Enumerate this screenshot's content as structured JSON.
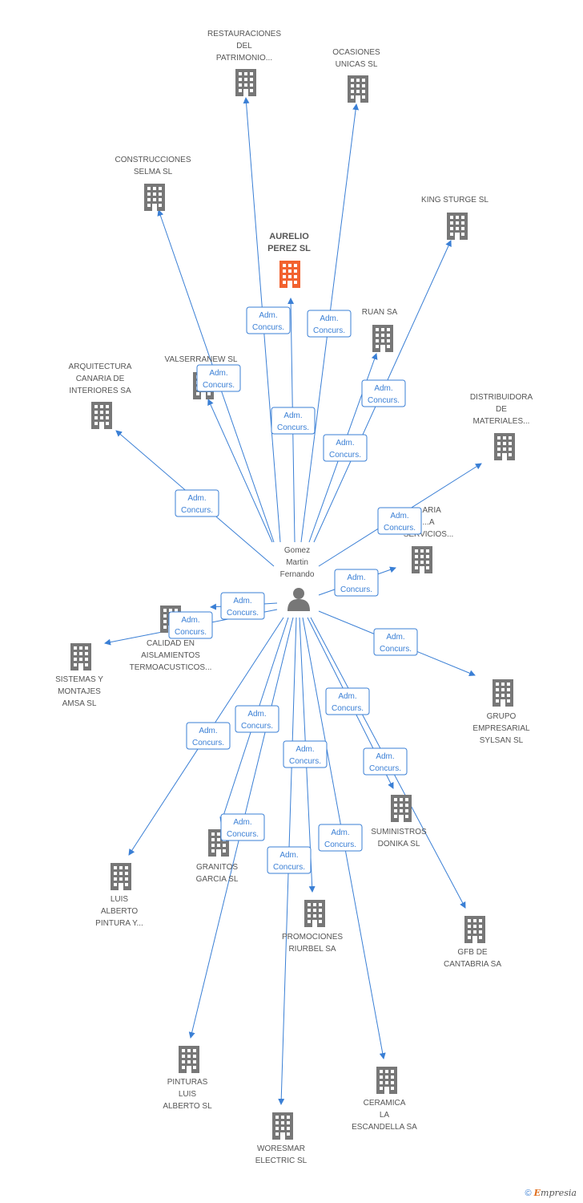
{
  "colors": {
    "building": "#777777",
    "highlight": "#f2622f",
    "edge": "#3a7fd5",
    "label": "#555555"
  },
  "person": {
    "label": [
      "Gomez",
      "Martin",
      "Fernando"
    ],
    "icon": "person-icon"
  },
  "edge_label": [
    "Adm.",
    "Concurs."
  ],
  "nodes": [
    {
      "id": "restauraciones",
      "label": [
        "RESTAURACIONES",
        "DEL",
        "PATRIMONIO..."
      ],
      "highlight": false
    },
    {
      "id": "ocasiones",
      "label": [
        "OCASIONES",
        "UNICAS SL"
      ],
      "highlight": false
    },
    {
      "id": "construcciones",
      "label": [
        "CONSTRUCCIONES",
        "SELMA SL"
      ],
      "highlight": false
    },
    {
      "id": "aurelio",
      "label": [
        "AURELIO",
        "PEREZ SL"
      ],
      "highlight": true
    },
    {
      "id": "king",
      "label": [
        "KING STURGE SL"
      ],
      "highlight": false
    },
    {
      "id": "ruan",
      "label": [
        "RUAN SA"
      ],
      "highlight": false
    },
    {
      "id": "valserranew",
      "label": [
        "VALSERRANEW SL"
      ],
      "highlight": false
    },
    {
      "id": "arquitectura",
      "label": [
        "ARQUITECTURA",
        "CANARIA DE",
        "INTERIORES SA"
      ],
      "highlight": false
    },
    {
      "id": "distribuidora",
      "label": [
        "DISTRIBUIDORA",
        "DE",
        "MATERIALES..."
      ],
      "highlight": false
    },
    {
      "id": "inmobiliaria",
      "label": [
        "...ARIA",
        "...A",
        "SERVICIOS..."
      ],
      "highlight": false
    },
    {
      "id": "calidad",
      "label": [
        "CALIDAD EN",
        "AISLAMIENTOS",
        "TERMOACUSTICOS..."
      ],
      "highlight": false
    },
    {
      "id": "sistemas",
      "label": [
        "SISTEMAS Y",
        "MONTAJES",
        "AMSA SL"
      ],
      "highlight": false
    },
    {
      "id": "grupo",
      "label": [
        "GRUPO",
        "EMPRESARIAL",
        "SYLSAN SL"
      ],
      "highlight": false
    },
    {
      "id": "suministros",
      "label": [
        "SUMINISTROS",
        "DONIKA SL"
      ],
      "highlight": false
    },
    {
      "id": "granitos",
      "label": [
        "GRANITOS",
        "GARCIA SL"
      ],
      "highlight": false
    },
    {
      "id": "luis",
      "label": [
        "LUIS",
        "ALBERTO",
        "PINTURA Y..."
      ],
      "highlight": false
    },
    {
      "id": "promociones",
      "label": [
        "PROMOCIONES",
        "RIURBEL SA"
      ],
      "highlight": false
    },
    {
      "id": "gfb",
      "label": [
        "GFB DE",
        "CANTABRIA SA"
      ],
      "highlight": false
    },
    {
      "id": "pinturas",
      "label": [
        "PINTURAS",
        "LUIS",
        "ALBERTO SL"
      ],
      "highlight": false
    },
    {
      "id": "ceramica",
      "label": [
        "CERAMICA",
        "LA",
        "ESCANDELLA SA"
      ],
      "highlight": false
    },
    {
      "id": "woresmar",
      "label": [
        "WORESMAR",
        "ELECTRIC SL"
      ],
      "highlight": false
    }
  ],
  "edges": [
    "restauraciones",
    "ocasiones",
    "construcciones",
    "aurelio",
    "king",
    "ruan",
    "valserranew",
    "arquitectura",
    "distribuidora",
    "inmobiliaria",
    "calidad",
    "sistemas",
    "grupo",
    "suministros",
    "granitos",
    "luis",
    "promociones",
    "gfb",
    "pinturas",
    "ceramica",
    "woresmar"
  ],
  "footer": {
    "copyright": "©",
    "brand_first": "E",
    "brand_rest": "mpresia"
  }
}
